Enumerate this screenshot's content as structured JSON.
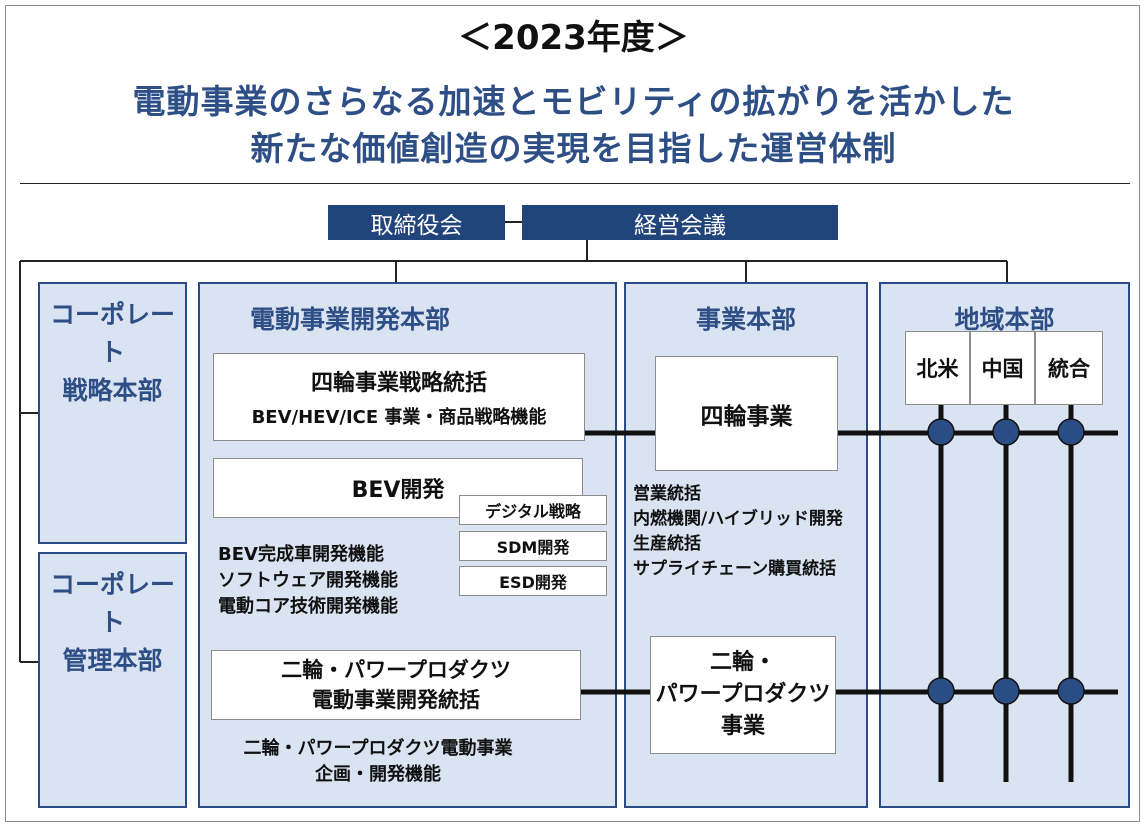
{
  "header": {
    "year": "＜2023年度＞",
    "title_line1": "電動事業のさらなる加速とモビリティの拡がりを活かした",
    "title_line2": "新たな価値創造の実現を目指した運営体制"
  },
  "top": {
    "board": "取締役会",
    "management": "経営会議"
  },
  "left": {
    "strategy": "コーポレート\n戦略本部",
    "admin": "コーポレート\n管理本部"
  },
  "ev_hq": {
    "title": "電動事業開発本部",
    "box1_title": "四輪事業戦略統括",
    "box1_sub": "BEV/HEV/ICE 事業・商品戦略機能",
    "bev_title": "BEV開発",
    "tags": [
      "デジタル戦略",
      "SDM開発",
      "ESD開発"
    ],
    "functions": [
      "BEV完成車開発機能",
      "ソフトウェア開発機能",
      "電動コア技術開発機能"
    ],
    "box3_line1": "二輪・パワープロダクツ",
    "box3_line2": "電動事業開発統括",
    "bottom_line1": "二輪・パワープロダクツ電動事業",
    "bottom_line2": "企画・開発機能"
  },
  "business_hq": {
    "title": "事業本部",
    "auto": "四輪事業",
    "auto_functions": [
      "営業統括",
      "内燃機関/ハイブリッド開発",
      "生産統括",
      "サプライチェーン購買統括"
    ],
    "moto": "二輪・\nパワープロダクツ\n事業"
  },
  "regional_hq": {
    "title": "地域本部",
    "regions": [
      "北米",
      "中国",
      "統合"
    ]
  },
  "colors": {
    "navy": "#21447b",
    "title_blue": "#2e4f86",
    "panel_fill": "#dae3f1",
    "dot": "#2b4d86"
  }
}
